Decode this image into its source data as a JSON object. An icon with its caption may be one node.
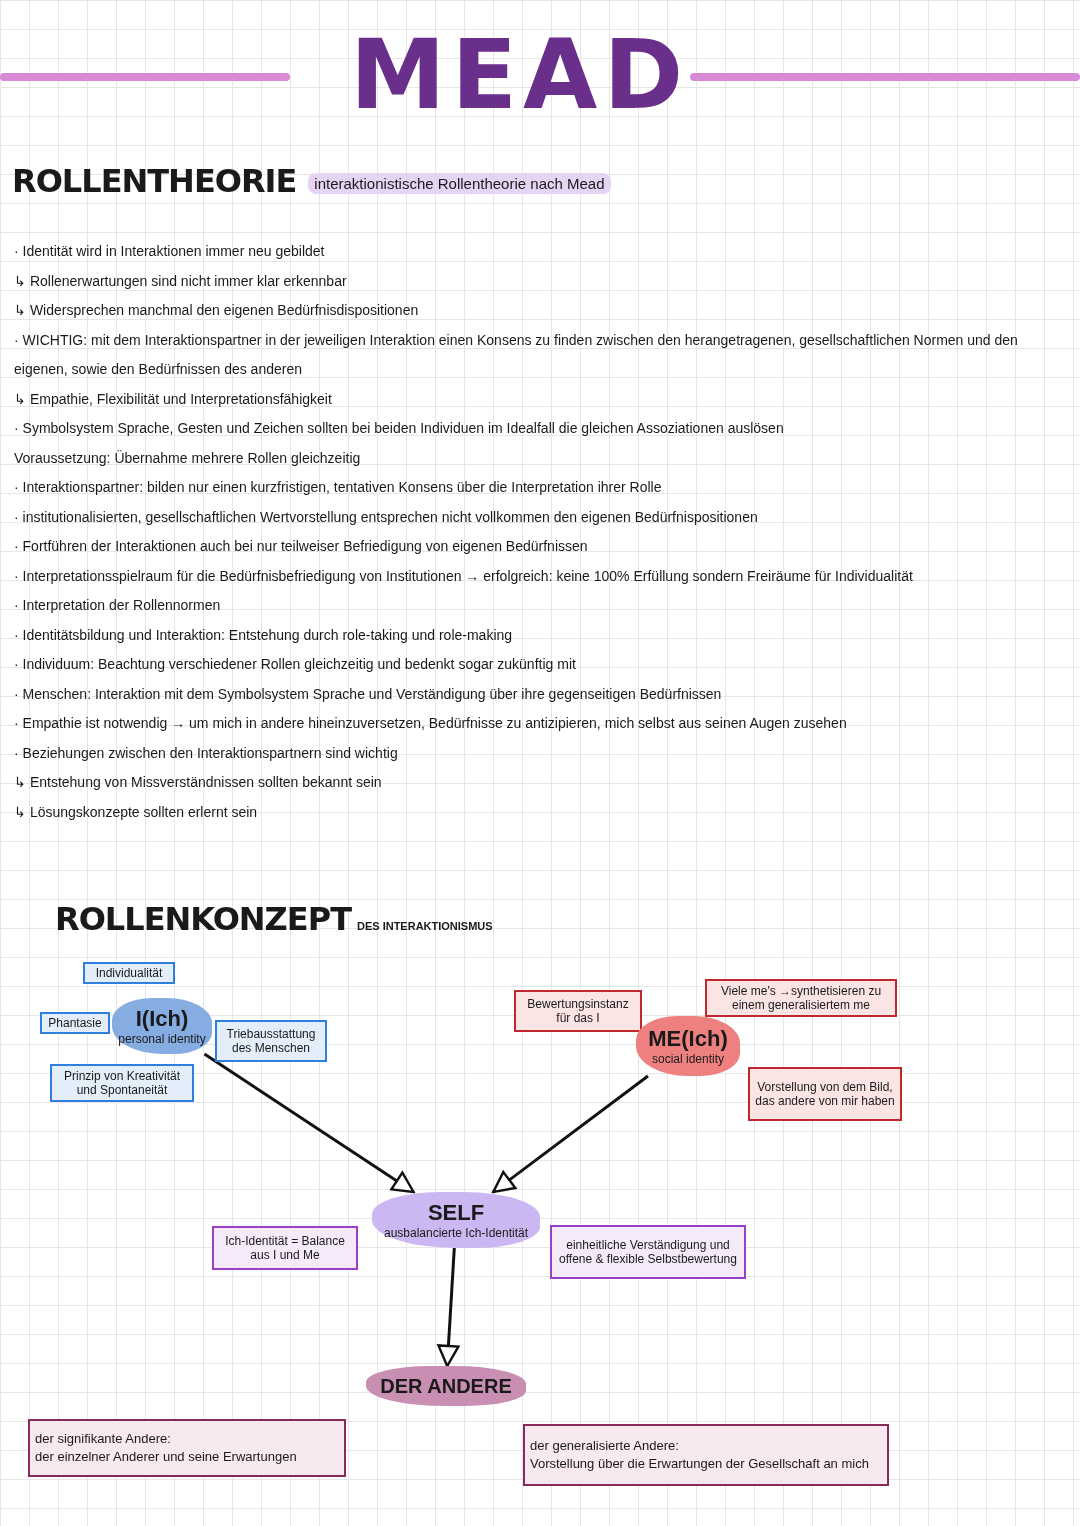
{
  "diagram": {
    "title": "MEAD",
    "nodes": [
      {
        "text": [
          "Individualität"
        ]
      },
      {
        "text": [
          "Phantasie"
        ]
      },
      {
        "text": [
          "I(Ich)",
          "personal identity"
        ]
      },
      {
        "text": [
          "Triebausstattung des Menschen"
        ]
      },
      {
        "text": [
          "Prinzip von Kreativität und Spontaneität"
        ]
      },
      {
        "text": [
          "Bewertungsinstanz für das I"
        ]
      },
      {
        "text": [
          "Viele me's →synthetisieren zu einem generalisiertem me"
        ]
      },
      {
        "text": [
          "ME(Ich)",
          "social identity"
        ]
      },
      {
        "text": [
          "Vorstellung von dem Bild, das andere von mir haben"
        ]
      },
      {
        "text": [
          "Ich-Identität = Balance aus I und Me"
        ]
      },
      {
        "text": [
          "SELF",
          "ausbalancierte Ich-Identität"
        ]
      },
      {
        "text": [
          "einheitliche Verständigung und offene & flexible Selbstbewertung"
        ]
      },
      {
        "text": [
          "DER ANDERE"
        ]
      },
      {
        "text": [
          "der signifikante Andere:",
          "der einzelner Anderer und seine Erwartungen"
        ]
      },
      {
        "text": [
          "der generalisierte Andere:",
          "Vorstellung über die Erwartungen der Gesellschaft an mich"
        ]
      }
    ],
    "edges": [
      {
        "from": 2,
        "to": 10,
        "arrow": "to"
      },
      {
        "from": 7,
        "to": 10,
        "arrow": "to"
      },
      {
        "from": 10,
        "to": 12,
        "arrow": "to"
      }
    ],
    "labels": [
      "ROLLENTHEORIE",
      "interaktionistische Rollentheorie nach Mead",
      "· Identität wird in Interaktionen immer neu gebildet",
      "↳ Rollenerwartungen sind nicht immer klar erkennbar",
      "↳ Widersprechen manchmal den eigenen Bedürfnisdispositionen",
      "· WICHTIG: mit dem Interaktionspartner in der jeweiligen Interaktion einen Konsens zu finden zwischen den herangetragenen, gesellschaftlichen Normen und den eigenen, sowie den Bedürfnissen des anderen",
      "↳ Empathie, Flexibilität und Interpretationsfähigkeit",
      "· Symbolsystem Sprache, Gesten und Zeichen sollten bei beiden Individuen im Idealfall die gleichen Assoziationen auslösen",
      "Voraussetzung: Übernahme mehrere Rollen gleichzeitig",
      "· Interaktionspartner: bilden nur einen kurzfristigen, tentativen Konsens über die Interpretation ihrer Rolle",
      "· institutionalisierten, gesellschaftlichen Wertvorstellung entsprechen nicht vollkommen den eigenen Bedürfnispositionen",
      "· Fortführen der Interaktionen auch bei nur teilweiser Befriedigung von eigenen Bedürfnissen",
      "· Interpretationsspielraum für die Bedürfnisbefriedigung von Institutionen → erfolgreich: keine 100% Erfüllung sondern Freiräume für Individualität",
      "· Interpretation der Rollennormen",
      "· Identitätsbildung und Interaktion: Entstehung durch role-taking und role-making",
      "· Individuum: Beachtung verschiedener Rollen gleichzeitig und bedenkt sogar zukünftig mit",
      "· Menschen: Interaktion mit dem Symbolsystem Sprache und Verständigung über ihre gegenseitigen Bedürfnissen",
      "· Empathie ist notwendig → um mich in andere hineinzuversetzen, Bedürfnisse zu antizipieren, mich selbst aus seinen Augen zusehen",
      "· Beziehungen zwischen den Interaktionspartnern sind wichtig",
      "↳ Entstehung von Missverständnissen sollten bekannt sein",
      "↳ Lösungskonzepte sollten erlernt sein",
      "ROLLENKONZEPT",
      "DES INTERAKTIONISMUS"
    ]
  }
}
